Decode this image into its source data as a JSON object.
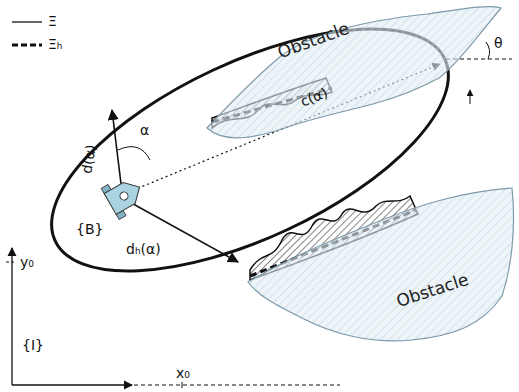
{
  "diagram": {
    "nodes": [
      {
        "text": [
          "Obstacle"
        ]
      },
      {
        "text": [
          "Obstacle"
        ]
      }
    ],
    "edges": [],
    "labels": [
      "α",
      "d(α)",
      "c(α)",
      "dₕ(α)",
      "θ",
      "{B}",
      "y₀",
      "x₀",
      "{I}"
    ],
    "legend": [
      {
        "text": "Ξ"
      },
      {
        "text": "Ξₕ"
      }
    ]
  }
}
